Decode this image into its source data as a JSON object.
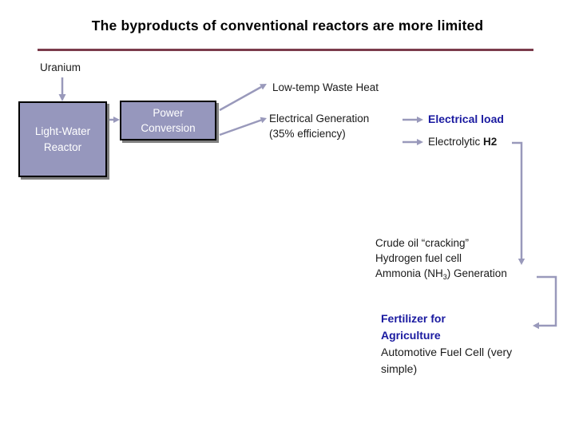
{
  "slide": {
    "title": "The byproducts of conventional reactors are more limited",
    "colors": {
      "divider": "#7b3b4b",
      "accent_text": "#1a1aa0",
      "box_fill": "#9697bd",
      "box_border": "#000000",
      "box_text": "#ffffff",
      "connector": "#9999bb"
    },
    "nodes": {
      "uranium": "Uranium",
      "reactor_line1": "Light-Water",
      "reactor_line2": "Reactor",
      "power_line1": "Power",
      "power_line2": "Conversion"
    },
    "outputs": {
      "low_temp": "Low-temp Waste Heat",
      "elec_gen_line1": "Electrical Generation",
      "elec_gen_line2": "(35% efficiency)",
      "electrical_load": "Electrical load",
      "electrolytic_prefix": "Electrolytic ",
      "electrolytic_h2": "H2",
      "crude_oil": "Crude oil “cracking”",
      "hydrogen_fuel": "Hydrogen fuel cell",
      "ammonia_prefix": "Ammonia (NH",
      "ammonia_sub": "3",
      "ammonia_suffix": ") Generation",
      "fertilizer_line1": "Fertilizer for",
      "fertilizer_line2": "Agriculture",
      "automotive_line1": "Automotive Fuel Cell (very",
      "automotive_line2": "simple)"
    }
  }
}
